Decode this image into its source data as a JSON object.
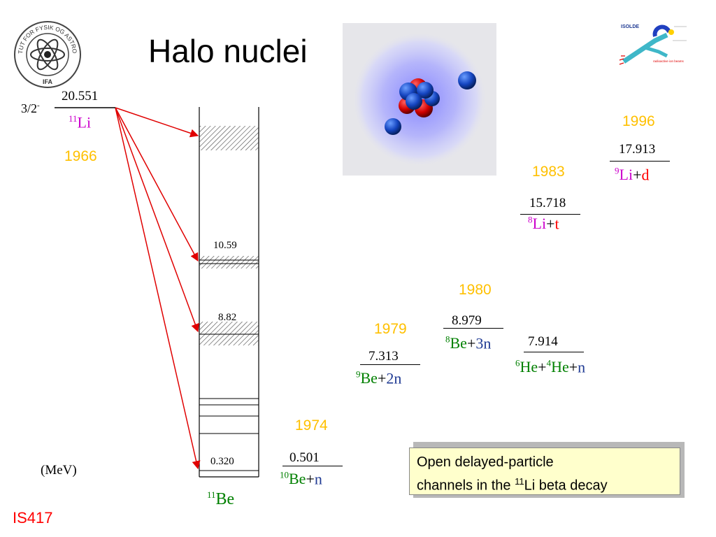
{
  "title": "Halo nuclei",
  "logo": {
    "text_top": "INSTITUT FOR FYSIK OG ASTRONOMI",
    "text_bottom": "IFA"
  },
  "isolde_diagram": {
    "label": "ISOLDE",
    "caption": "radioactive ion beams"
  },
  "parent": {
    "spin": "3/2",
    "spin_parity_sign": "-",
    "energy": "20.551",
    "mass": "11",
    "element": "Li",
    "year": "1966"
  },
  "daughter": {
    "mass": "11",
    "element": "Be",
    "levels": [
      {
        "label": "10.59"
      },
      {
        "label": "8.82"
      },
      {
        "label": "0.320"
      }
    ]
  },
  "units": "(MeV)",
  "thresholds": [
    {
      "year": "1974",
      "energy": "0.501",
      "parts": [
        {
          "mass": "10",
          "sym": "Be",
          "color": "#008000"
        },
        {
          "sep": "+"
        },
        {
          "sym": "n",
          "color": "#1f3a93"
        }
      ]
    },
    {
      "year": "1979",
      "energy": "7.313",
      "parts": [
        {
          "mass": "9",
          "sym": "Be",
          "color": "#008000"
        },
        {
          "sep": "+"
        },
        {
          "sym": "2n",
          "color": "#1f3a93"
        }
      ]
    },
    {
      "year": "1980",
      "energy": "8.979",
      "parts": [
        {
          "mass": "8",
          "sym": "Be",
          "color": "#008000"
        },
        {
          "sep": "+"
        },
        {
          "sym": "3n",
          "color": "#1f3a93"
        }
      ]
    },
    {
      "year": "",
      "energy": "7.914",
      "parts": [
        {
          "mass": "6",
          "sym": "He",
          "color": "#008000"
        },
        {
          "sep": "+"
        },
        {
          "mass": "4",
          "sym": "He",
          "color": "#008000"
        },
        {
          "sep": "+"
        },
        {
          "sym": "n",
          "color": "#1f3a93"
        }
      ]
    },
    {
      "year": "1983",
      "energy": "15.718",
      "parts": [
        {
          "mass": "8",
          "sym": "Li",
          "color": "#cc00cc"
        },
        {
          "sep": "+"
        },
        {
          "sym": "t",
          "color": "#ff0000"
        }
      ]
    },
    {
      "year": "1996",
      "energy": "17.913",
      "parts": [
        {
          "mass": "9",
          "sym": "Li",
          "color": "#cc00cc"
        },
        {
          "sep": "+"
        },
        {
          "sym": "d",
          "color": "#ff0000"
        }
      ]
    }
  ],
  "callout": {
    "line1": "Open delayed-particle",
    "line2_pre": "channels in the ",
    "line2_mass": "11",
    "line2_post": "Li beta decay"
  },
  "experiment": "IS417",
  "colors": {
    "arrow": "#e00000",
    "year": "#ffc000",
    "halo_glow": "#8a8aff"
  }
}
